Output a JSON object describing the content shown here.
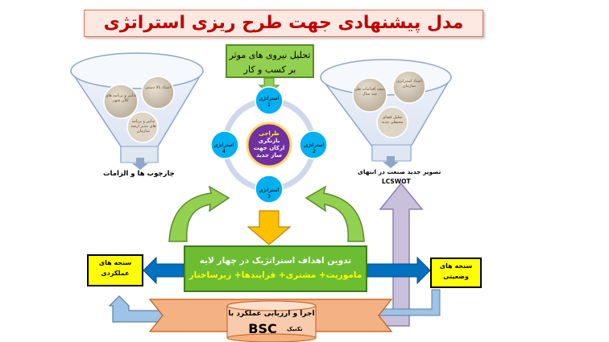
{
  "title": "مدل پیشنهادی جهت طرح ریزی استراتژی",
  "top_input": {
    "line1": "تحلیل نیروی های موثر",
    "line2": "بر کسب و کار"
  },
  "cycle": {
    "center": [
      "طراحی",
      "بازنگری",
      "ارکان جهت",
      "ساز جدید"
    ],
    "nodes": [
      {
        "label": "استراتژی",
        "num": "1"
      },
      {
        "label": "استراتژی",
        "num": "2"
      },
      {
        "label": "استراتژی",
        "num": "3"
      },
      {
        "label": "استراتژی",
        "num": "4"
      }
    ]
  },
  "left_funnel": {
    "circles": [
      {
        "text": "اسناد بالا دستی"
      },
      {
        "text": "تدابیر و برنامه های کلان شهر"
      },
      {
        "text": "تدابیر و برنامه های مدیر ارشد سازمان"
      }
    ],
    "output_label": "چارچوب ها و الزامات"
  },
  "right_funnel": {
    "circles": [
      {
        "text": "اسناد استراتژی سازمان"
      },
      {
        "text": "نتیجه اقدامات طی چند سال"
      },
      {
        "text": "تحلیل فضای محیطی جدید"
      }
    ],
    "output_label": "تصویر جدید صنعت در انتهای",
    "output_sub": "LCSWOT"
  },
  "center_box": {
    "line1": "تدوین اهداف استراتژیک در چهار لایه",
    "line2": "ماموریت+ مشتری+ فرایندها+ زیرساختار"
  },
  "left_box": {
    "line1": "سنجه های",
    "line2": "عملکردی"
  },
  "right_box": {
    "line1": "سنجه های",
    "line2": "وضعیتی"
  },
  "bsc": {
    "text": "اجرا و ارزیابی عملکرد با",
    "sub": "تکنیک",
    "label": "BSC"
  },
  "colors": {
    "title_text": "#c00000",
    "green_arrow": "#92d050",
    "node_blue": "#00b0f0",
    "center_purple": "#7030a0",
    "yellow_arrow": "#ffc000",
    "orange_banner": "#f4b183",
    "lavender_arrow": "#c9c0dc",
    "blue_arrow": "#0070c0"
  }
}
